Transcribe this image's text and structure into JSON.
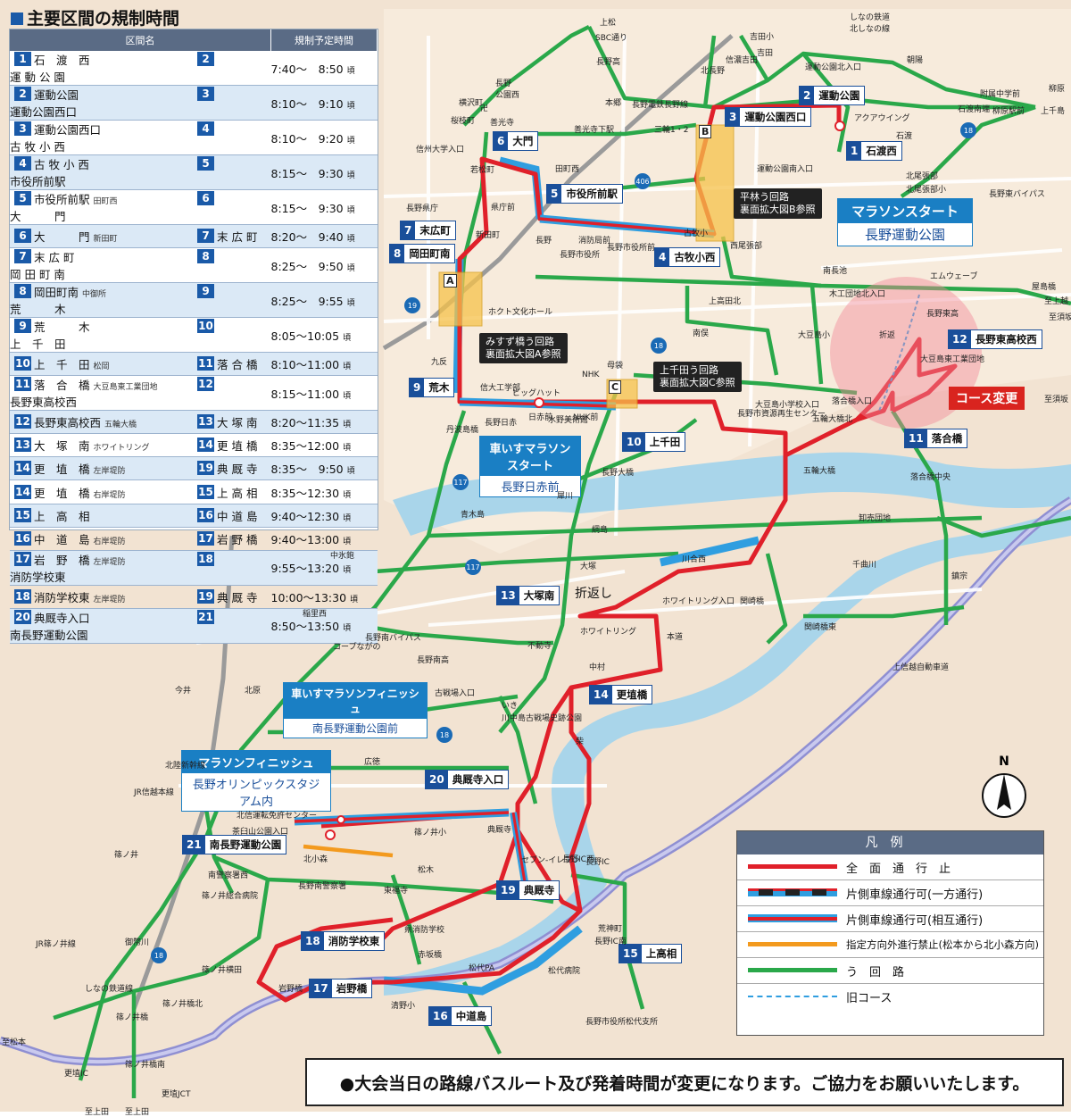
{
  "title": "主要区間の規制時間",
  "schedule": {
    "header": {
      "section": "区間名",
      "time": "規制予定時間"
    },
    "rows": [
      {
        "n1": "1",
        "from": "石　渡　西",
        "via": "",
        "n2": "2",
        "to": "運 動 公 園",
        "time": "7:40〜　8:50",
        "suf": "頃"
      },
      {
        "n1": "2",
        "from": "運動公園",
        "via": "",
        "n2": "3",
        "to": "運動公園西口",
        "time": "8:10〜　9:10",
        "suf": "頃"
      },
      {
        "n1": "3",
        "from": "運動公園西口",
        "via": "",
        "n2": "4",
        "to": "古 牧 小 西",
        "time": "8:10〜　9:20",
        "suf": "頃"
      },
      {
        "n1": "4",
        "from": "古 牧 小 西",
        "via": "",
        "n2": "5",
        "to": "市役所前駅",
        "time": "8:15〜　9:30",
        "suf": "頃"
      },
      {
        "n1": "5",
        "from": "市役所前駅",
        "via": "田町西",
        "n2": "6",
        "to": "大　　　門",
        "time": "8:15〜　9:30",
        "suf": "頃"
      },
      {
        "n1": "6",
        "from": "大　　　門",
        "via": "新田町",
        "n2": "7",
        "to": "末 広 町",
        "time": "8:20〜　9:40",
        "suf": "頃"
      },
      {
        "n1": "7",
        "from": "末 広 町",
        "via": "",
        "n2": "8",
        "to": "岡 田 町 南",
        "time": "8:25〜　9:50",
        "suf": "頃"
      },
      {
        "n1": "8",
        "from": "岡田町南",
        "via": "中御所",
        "n2": "9",
        "to": "荒　　　木",
        "time": "8:25〜　9:55",
        "suf": "頃"
      },
      {
        "n1": "9",
        "from": "荒　　　木",
        "via": "",
        "n2": "10",
        "to": "上　千　田",
        "time": "8:05〜10:05",
        "suf": "頃"
      },
      {
        "n1": "10",
        "from": "上　千　田",
        "via": "松岡",
        "n2": "11",
        "to": "落 合 橋",
        "time": "8:10〜11:00",
        "suf": "頃"
      },
      {
        "n1": "11",
        "from": "落　合　橋",
        "via": "大豆島東工業団地",
        "n2": "12",
        "to": "長野東高校西",
        "time": "8:15〜11:00",
        "suf": "頃"
      },
      {
        "n1": "12",
        "from": "長野東高校西",
        "via": "五輪大橋",
        "n2": "13",
        "to": "大 塚 南",
        "time": "8:20〜11:35",
        "suf": "頃"
      },
      {
        "n1": "13",
        "from": "大　塚　南",
        "via": "ホワイトリング",
        "n2": "14",
        "to": "更 埴 橋",
        "time": "8:35〜12:00",
        "suf": "頃"
      },
      {
        "n1": "14",
        "from": "更　埴　橋",
        "via": "左岸堤防",
        "n2": "19",
        "to": "典 厩 寺",
        "time": "8:35〜　9:50",
        "suf": "頃"
      },
      {
        "n1": "14",
        "from": "更　埴　橋",
        "via": "右岸堤防",
        "n2": "15",
        "to": "上 高 相",
        "time": "8:35〜12:30",
        "suf": "頃"
      },
      {
        "n1": "15",
        "from": "上　高　相",
        "via": "",
        "n2": "16",
        "to": "中 道 島",
        "time": "9:40〜12:30",
        "suf": "頃"
      },
      {
        "n1": "16",
        "from": "中　道　島",
        "via": "右岸堤防",
        "n2": "17",
        "to": "岩 野 橋",
        "time": "9:40〜13:00",
        "suf": "頃"
      },
      {
        "n1": "17",
        "from": "岩　野　橋",
        "via": "左岸堤防",
        "n2": "18",
        "to": "消防学校東",
        "time": "9:55〜13:20",
        "suf": "頃"
      },
      {
        "n1": "18",
        "from": "消防学校東",
        "via": "左岸堤防",
        "n2": "19",
        "to": "典 厩 寺",
        "time": "10:00〜13:30",
        "suf": "頃"
      },
      {
        "n1": "20",
        "from": "典厩寺入口",
        "via": "",
        "n2": "21",
        "to": "南長野運動公園",
        "time": "8:50〜13:50",
        "suf": "頃"
      }
    ]
  },
  "locations": {
    "l1": {
      "n": "1",
      "t": "石渡西"
    },
    "l2": {
      "n": "2",
      "t": "運動公園"
    },
    "l3": {
      "n": "3",
      "t": "運動公園西口"
    },
    "l4": {
      "n": "4",
      "t": "古牧小西"
    },
    "l5": {
      "n": "5",
      "t": "市役所前駅"
    },
    "l6": {
      "n": "6",
      "t": "大門"
    },
    "l7": {
      "n": "7",
      "t": "末広町"
    },
    "l8": {
      "n": "8",
      "t": "岡田町南"
    },
    "l9": {
      "n": "9",
      "t": "荒木"
    },
    "l10": {
      "n": "10",
      "t": "上千田"
    },
    "l11": {
      "n": "11",
      "t": "落合橋"
    },
    "l12": {
      "n": "12",
      "t": "長野東高校西"
    },
    "l13": {
      "n": "13",
      "t": "大塚南"
    },
    "l14": {
      "n": "14",
      "t": "更埴橋"
    },
    "l15": {
      "n": "15",
      "t": "上高相"
    },
    "l16": {
      "n": "16",
      "t": "中道島"
    },
    "l17": {
      "n": "17",
      "t": "岩野橋"
    },
    "l18": {
      "n": "18",
      "t": "消防学校東"
    },
    "l19": {
      "n": "19",
      "t": "典厩寺"
    },
    "l20": {
      "n": "20",
      "t": "典厩寺入口"
    },
    "l21": {
      "n": "21",
      "t": "南長野運動公園"
    }
  },
  "marathon_start": {
    "top": "マラソンスタート",
    "bot": "長野運動公園"
  },
  "wheelchair_start": {
    "top": "車いすマラソン\nスタート",
    "bot": "長野日赤前"
  },
  "wheelchair_finish": {
    "top": "車いすマラソンフィニッシュ",
    "bot": "南長野運動公園前"
  },
  "marathon_finish": {
    "top": "マラソンフィニッシュ",
    "bot": "長野オリンピックスタジアム内"
  },
  "callouts": {
    "a": "みすず橋う回路\n裏面拡大図A参照",
    "b": "平林う回路\n裏面拡大図B参照",
    "c": "上千田う回路\n裏面拡大図C参照"
  },
  "course_change": "コース変更",
  "turnaround": "折返し",
  "turnaround_small": "折返",
  "legend": {
    "title": "凡例",
    "items": [
      "全　面　通　行　止",
      "片側車線通行可(一方通行)",
      "片側車線通行可(相互通行)",
      "指定方向外進行禁止(松本から北小森方向)",
      "う　回　路",
      "旧コース"
    ]
  },
  "note": "●大会当日の路線バスルート及び発着時間が変更になります。ご協力をお願いいたします。",
  "north": "N",
  "bypass_letters": {
    "a": "A",
    "b": "B",
    "c": "C"
  },
  "route_numbers": [
    "406",
    "18",
    "19",
    "117",
    "117",
    "19",
    "18",
    "18",
    "18"
  ],
  "map_labels": [
    "上松",
    "SBC通り",
    "吉田小",
    "しなの鉄道\n北しなの線",
    "吉田",
    "長野高",
    "信濃吉田",
    "北長野",
    "運動公園北入口",
    "朝陽",
    "横沢町",
    "長野\n公園西",
    "本郷",
    "長野電鉄長野線",
    "附属中学前",
    "柳原",
    "桜枝町",
    "善光寺",
    "石渡南端",
    "善光寺下駅",
    "三輪1・2",
    "アクアウイング",
    "石渡",
    "柳原駅前",
    "上千島",
    "信州大学入口",
    "若松町",
    "田町西",
    "運動公園南入口",
    "北尾張部",
    "北尾張部小",
    "長野東バイパス",
    "長野県庁",
    "県庁前",
    "新田町",
    "長野市役所",
    "消防局前",
    "古牧小",
    "西尾張部",
    "長野市役所前",
    "南長池",
    "エムウェーブ",
    "屋島橋",
    "至上越",
    "至須坂",
    "上高田北",
    "木工団地北入口",
    "長野東高",
    "ホクト文化ホール",
    "南俣",
    "大豆島小",
    "大豆島東工業団地",
    "九反",
    "NHK",
    "ビッグハット",
    "母袋",
    "信大工学部",
    "長野日赤",
    "日赤前",
    "水野美術館",
    "NHK前",
    "大豆島小学校入口",
    "落合橋入口",
    "五輪大橋北",
    "長野市資源再生センター",
    "丹波島橋",
    "長野大橋",
    "犀川",
    "五輪大橋",
    "落合橋中央",
    "至須坂",
    "青木島",
    "綱島",
    "卸売団地",
    "千曲川",
    "中氷鉋",
    "大塚",
    "川合西",
    "鎮宗",
    "ホワイトリング入口",
    "稲里西",
    "ホワイトリング",
    "本道",
    "関崎橋",
    "関崎橋東",
    "長野南バイパス",
    "コープながの",
    "不動寺",
    "長野南高",
    "上信越自動車道",
    "今井",
    "中村",
    "北原",
    "古戦場入口",
    "いき",
    "川中島古戦場史跡公園",
    "柴",
    "広徳",
    "北信運転免許センター",
    "茶臼山公園入口",
    "篠ノ井小",
    "典厩寺",
    "北小森",
    "松木",
    "セブン-イレブン",
    "長野IC西",
    "長野IC",
    "南警察署西",
    "東福寺",
    "長野南警察署",
    "篠ノ井総合病院",
    "県消防学校",
    "荒神町",
    "御幣川",
    "長野IC南",
    "赤坂橋",
    "岩野橋",
    "松代PA",
    "篠ノ井横田",
    "清野小",
    "松代病院",
    "長野市役所松代支所",
    "篠ノ井橋北",
    "篠ノ井橋",
    "篠ノ井橋南",
    "更埴IC",
    "更埴JCT",
    "至上田",
    "至上田",
    "至松本",
    "JR篠ノ井線",
    "しなの鉄道線",
    "北陸新幹線",
    "JR信越本線",
    "篠ノ井",
    "長野",
    "卍"
  ]
}
